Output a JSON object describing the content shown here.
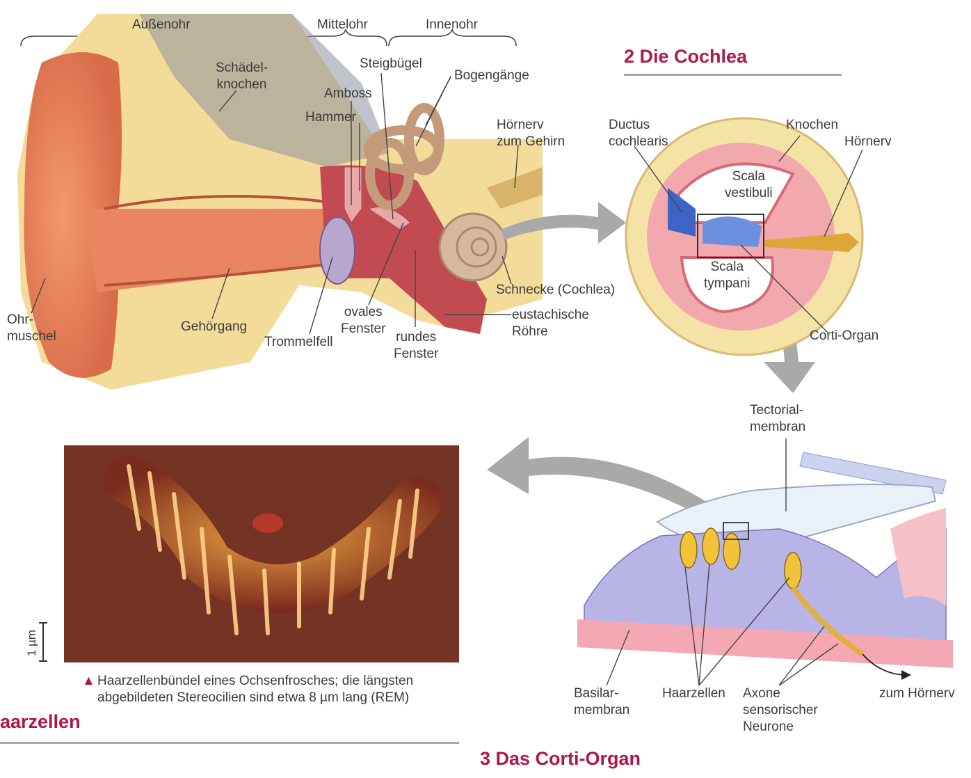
{
  "ear": {
    "regions": {
      "outer": "Außenohr",
      "middle": "Mittelohr",
      "inner": "Innenohr"
    },
    "labels": {
      "skull": "Schädel-\nknochen",
      "incus": "Amboss",
      "stapes": "Steigbügel",
      "canals": "Bogengänge",
      "malleus": "Hammer",
      "nerve": "Hörnerv\nzum Gehirn",
      "pinna": "Ohr-\nmuschel",
      "canal": "Gehörgang",
      "eardrum": "Trommelfell",
      "oval": "ovales\nFenster",
      "round": "rundes\nFenster",
      "cochlea": "Schnecke (Cochlea)",
      "tube": "eustachische\nRöhre"
    }
  },
  "cochlea": {
    "title": "2  Die Cochlea",
    "labels": {
      "ductus": "Ductus\ncochlearis",
      "bone": "Knochen",
      "nerve": "Hörnerv",
      "vestibuli": "Scala\nvestibuli",
      "tympani": "Scala\ntympani",
      "corti": "Corti-Organ"
    }
  },
  "corti": {
    "title": "3  Das Corti-Organ",
    "labels": {
      "tectorial": "Tectorial-\nmembran",
      "basilar": "Basilar-\nmembran",
      "haircells": "Haarzellen",
      "axons": "Axone\nsensorischer\nNeurone",
      "to_nerve": "zum Hörnerv"
    }
  },
  "micrograph": {
    "scale": "1 µm",
    "caption_marker": "▲",
    "caption": "Haarzellenbündel eines Ochsenfrosches; die längsten\nabgebildeten Stereocilien sind etwa 8 µm lang (REM)",
    "section_title": "aarzellen"
  },
  "colors": {
    "title": "#b0174a",
    "rule": "#a6a6a6",
    "arrow": "#a9a9a9"
  }
}
